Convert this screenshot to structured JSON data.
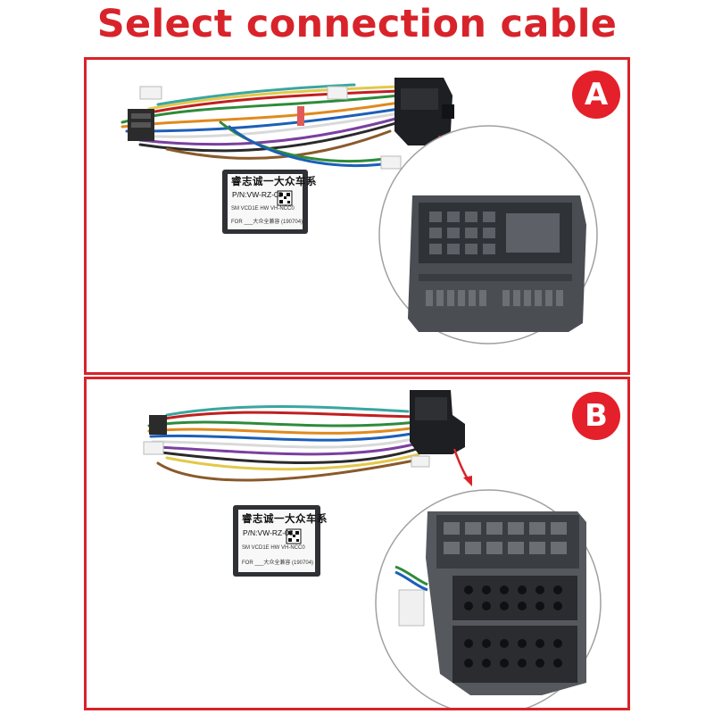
{
  "header": {
    "title": "Select connection cable"
  },
  "colors": {
    "title": "#d8232a",
    "border": "#d8232a",
    "badge": "#e4202a",
    "connector": "#4a4d52",
    "module": "#3a3c40"
  },
  "panels": [
    {
      "badge": "A",
      "module": {
        "title": "睿志诚一大众车系",
        "pn": "P/N:VW-RZ-08",
        "line1": "SM VCD1E HW VH-NCC0",
        "line2": "FOR ___大众全兼容 (190704)"
      }
    },
    {
      "badge": "B",
      "module": {
        "title": "睿志诚一大众车系",
        "pn": "P/N:VW-RZ-08",
        "line1": "SM VCD1E HW VH-NCC0",
        "line2": "FOR ___大众全兼容 (190704)"
      }
    }
  ],
  "icons": {
    "arrow": "curved-arrow-icon",
    "zoom": "zoom-circle"
  }
}
